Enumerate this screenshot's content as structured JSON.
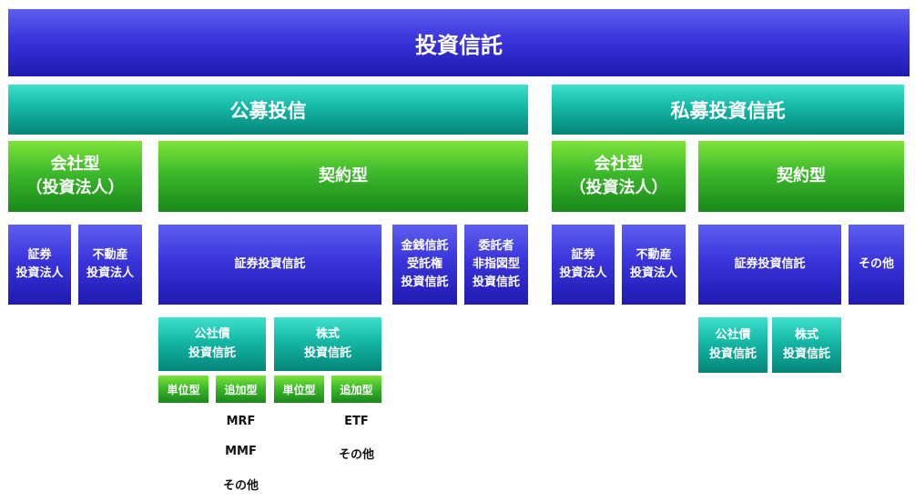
{
  "root": "投資信託",
  "public": {
    "title": "公募投信",
    "corporate": {
      "title": "会社型\n（投資法人）",
      "items": [
        "証券\n投資法人",
        "不動産\n投資法人"
      ]
    },
    "contract": {
      "title": "契約型",
      "items": [
        "証券投資信託",
        "金銭信託\n受託権\n投資信託",
        "委託者\n非指図型\n投資信託"
      ],
      "bond": {
        "title": "公社債\n投資信託",
        "unit": "単位型",
        "add": "追加型",
        "examples": [
          "MRF",
          "MMF",
          "その他"
        ]
      },
      "stock": {
        "title": "株式\n投資信託",
        "unit": "単位型",
        "add": "追加型",
        "examples": [
          "ETF",
          "その他"
        ]
      }
    }
  },
  "private": {
    "title": "私募投資信託",
    "corporate": {
      "title": "会社型\n（投資法人）",
      "items": [
        "証券\n投資法人",
        "不動産\n投資法人"
      ]
    },
    "contract": {
      "title": "契約型",
      "items": [
        "証券投資信託",
        "その他"
      ],
      "sub": [
        "公社債\n投資信託",
        "株式\n投資信託"
      ]
    }
  },
  "colors": {
    "blue": "#3a34dc",
    "teal": "#14b7a5",
    "green": "#3db92b"
  }
}
